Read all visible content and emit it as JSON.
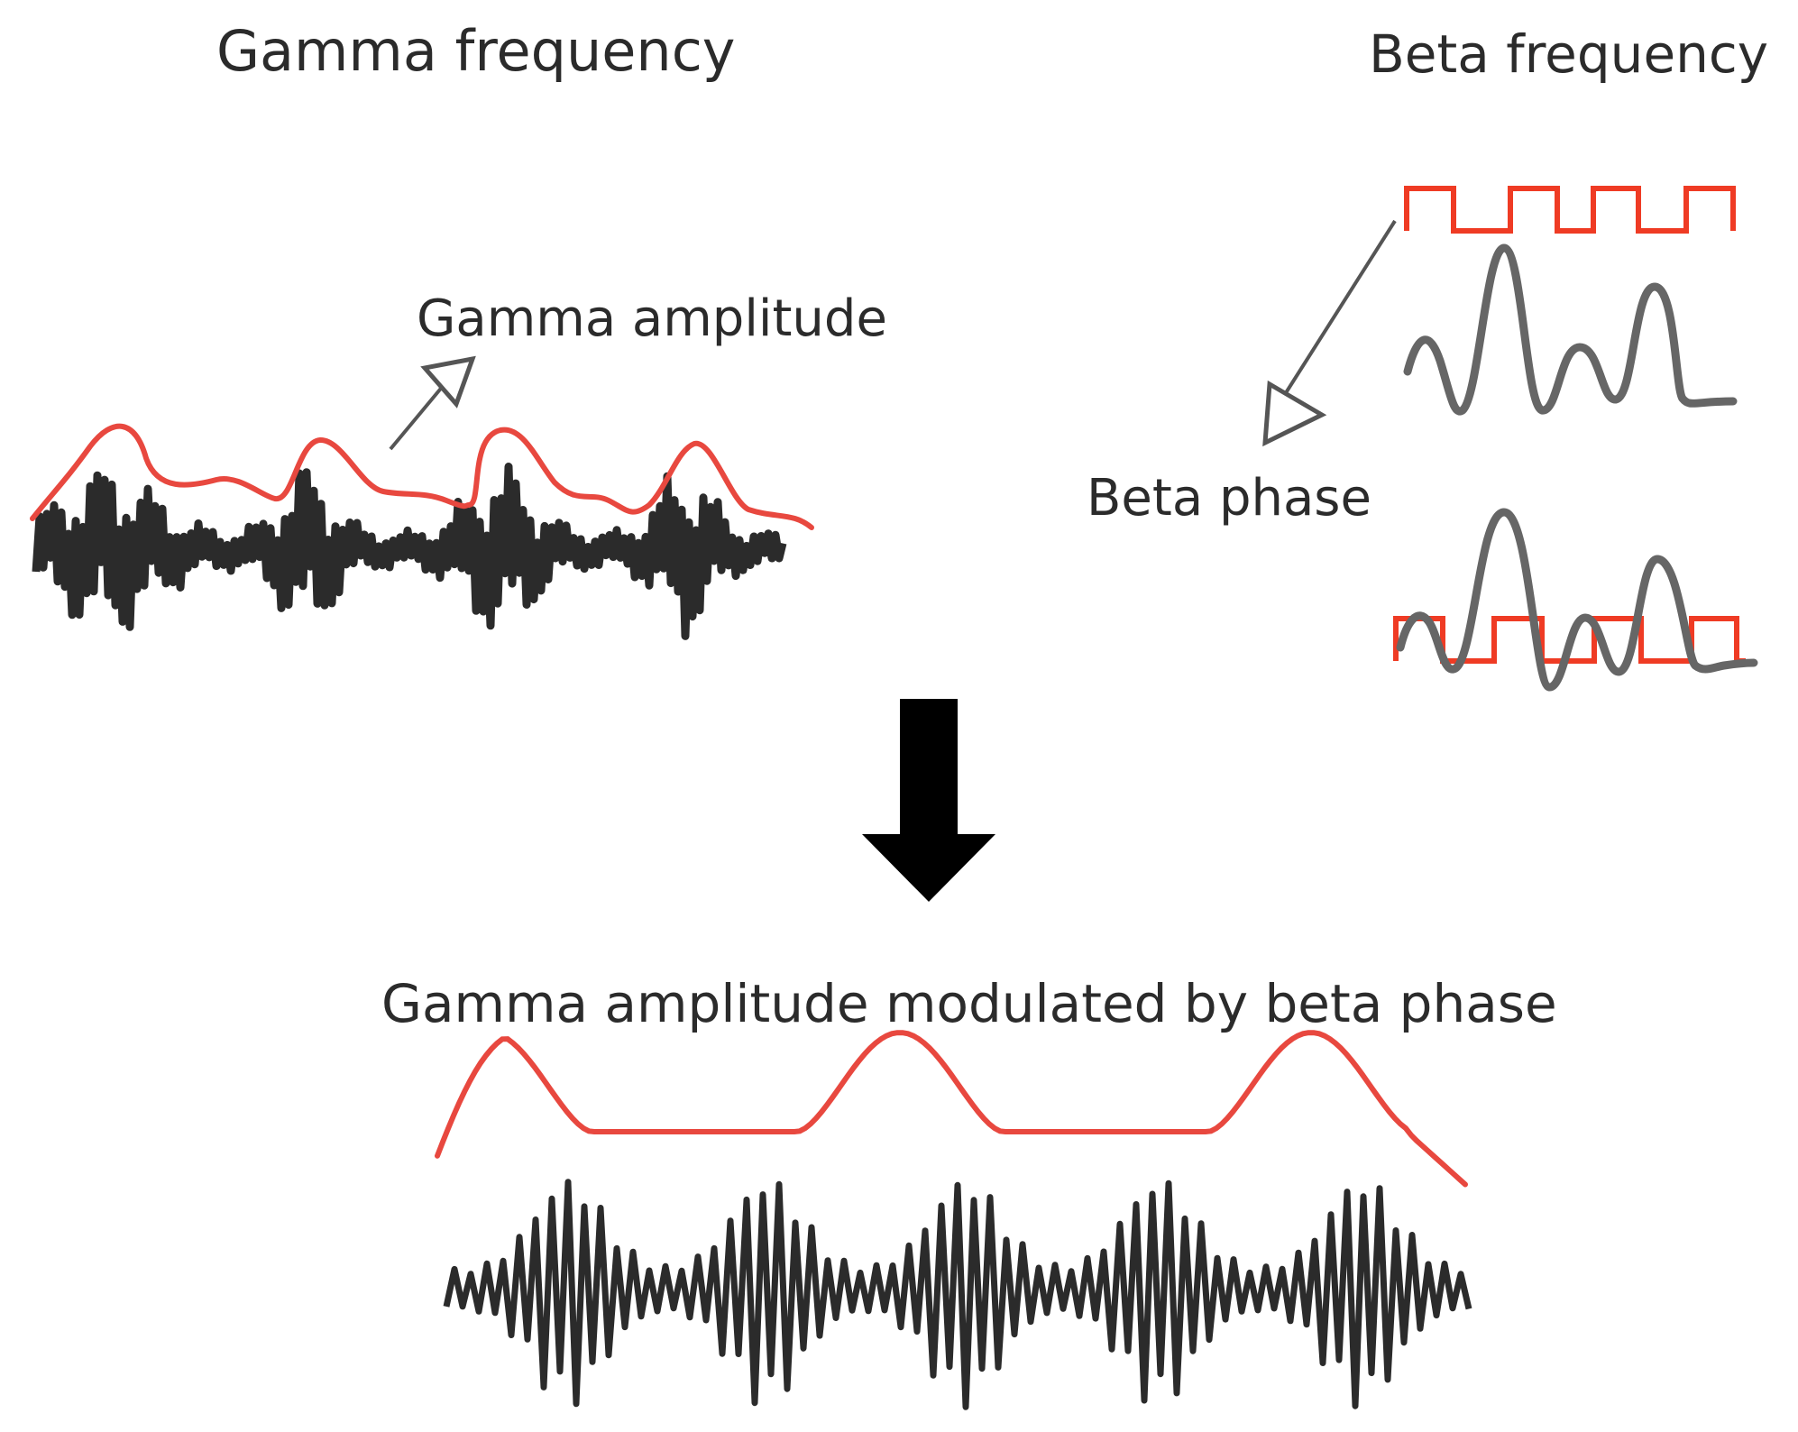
{
  "titles": {
    "gamma_frequency": "Gamma frequency",
    "beta_frequency": "Beta frequency"
  },
  "labels": {
    "gamma_amplitude": "Gamma amplitude",
    "beta_phase": "Beta phase",
    "result": "Gamma amplitude modulated by beta phase"
  },
  "colors": {
    "envelope": "#e8483f",
    "square_wave": "#ef3b24",
    "gamma_signal": "#2b2b2b",
    "beta_wave": "#666666",
    "arrow": "#555555",
    "big_arrow": "#000000"
  },
  "icons": {
    "gamma_amplitude_arrow": "arrow-up-right-icon",
    "beta_phase_arrow": "arrow-down-left-icon",
    "result_arrow": "arrow-down-icon"
  }
}
